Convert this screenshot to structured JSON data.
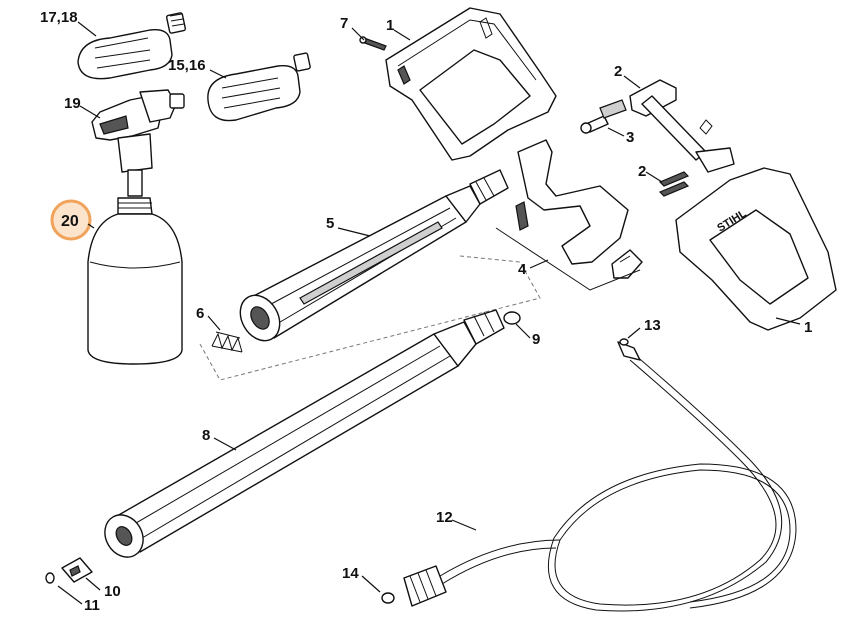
{
  "labels": {
    "p17_18": "17,18",
    "p15_16": "15,16",
    "p19": "19",
    "p20": "20",
    "p7": "7",
    "p1_top": "1",
    "p2_top": "2",
    "p3": "3",
    "p2_mid": "2",
    "p5": "5",
    "p4": "4",
    "p6": "6",
    "p9": "9",
    "p13": "13",
    "p1_bottom": "1",
    "p8": "8",
    "p12": "12",
    "p14": "14",
    "p10": "10",
    "p11": "11"
  },
  "highlight": {
    "part": "20",
    "color": "#f0a35a",
    "fill": "#fbe3cc"
  },
  "brand_text": "STIHL"
}
